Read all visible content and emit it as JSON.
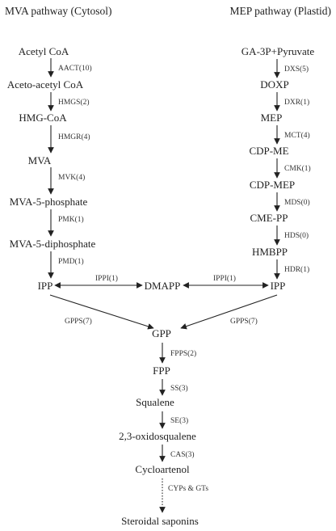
{
  "headings": {
    "mva": "MVA pathway (Cytosol)",
    "mep": "MEP pathway (Plastid)"
  },
  "mva_pathway": {
    "nodes": [
      "Acetyl CoA",
      "Aceto-acetyl CoA",
      "HMG-CoA",
      "MVA",
      "MVA-5-phosphate",
      "MVA-5-diphosphate",
      "IPP"
    ],
    "enzymes": [
      "AACT(10)",
      "HMGS(2)",
      "HMGR(4)",
      "MVK(4)",
      "PMK(1)",
      "PMD(1)"
    ]
  },
  "mep_pathway": {
    "nodes": [
      "GA-3P+Pyruvate",
      "DOXP",
      "MEP",
      "CDP-ME",
      "CDP-MEP",
      "CME-PP",
      "HMBPP",
      "IPP"
    ],
    "enzymes": [
      "DXS(5)",
      "DXR(1)",
      "MCT(4)",
      "CMK(1)",
      "MDS(0)",
      "HDS(0)",
      "HDR(1)"
    ]
  },
  "isomerization": {
    "dmapp": "DMAPP",
    "left_enzyme": "IPPI(1)",
    "right_enzyme": "IPPI(1)"
  },
  "convergence": {
    "left_enzyme": "GPPS(7)",
    "right_enzyme": "GPPS(7)"
  },
  "downstream": {
    "nodes": [
      "GPP",
      "FPP",
      "Squalene",
      "2,3-oxidosqualene",
      "Cycloartenol",
      "Steroidal saponins"
    ],
    "enzymes": [
      "FPPS(2)",
      "SS(3)",
      "SE(3)",
      "CAS(3)",
      "CYPs & GTs"
    ]
  }
}
